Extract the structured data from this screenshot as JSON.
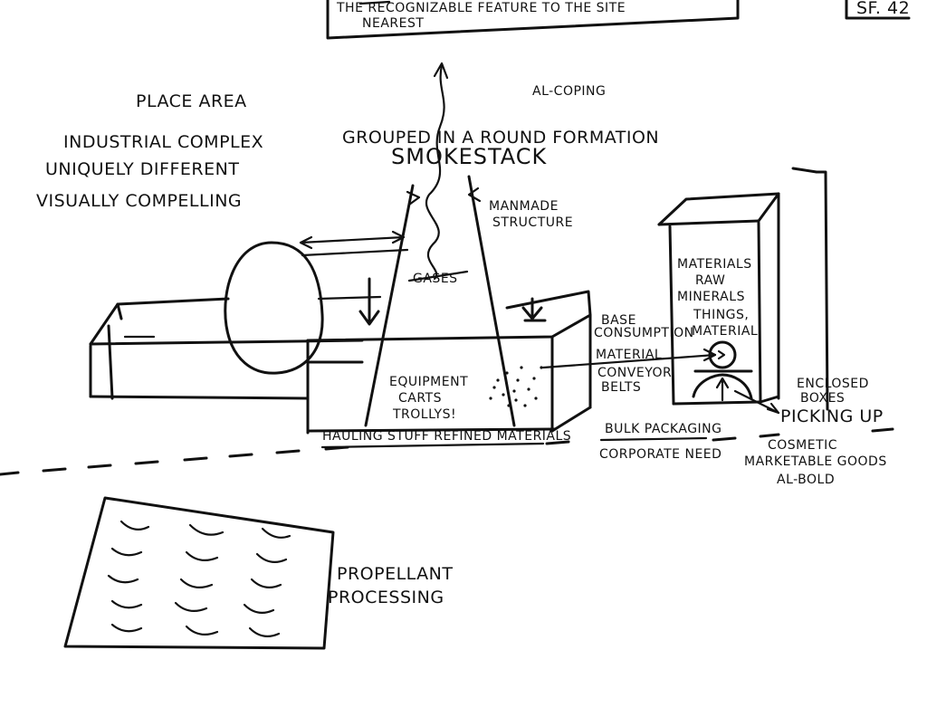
{
  "header": {
    "note_text": "THE RECOGNIZABLE FEATURE TO THE SITE",
    "note_insert": "NEAREST",
    "sheet_number": "SF. 42"
  },
  "labels": {
    "place_area": "PLACE AREA",
    "industrial_complex": "INDUSTRIAL COMPLEX",
    "uniquely_different": "UNIQUELY DIFFERENT",
    "visually_compelling": "VISUALLY COMPELLING",
    "al_coping": "AL-COPING",
    "grouped_round": "GROUPED IN A ROUND FORMATION",
    "smokestack": "SMOKESTACK",
    "manmade_1": "MANMADE",
    "manmade_2": "STRUCTURE",
    "gases": "GASES",
    "materials_1": "MATERIALS",
    "materials_2": "RAW",
    "materials_3": "MINERALS",
    "materials_4": "THINGS,",
    "materials_5": "MATERIAL",
    "base_1": "BASE",
    "base_2": "CONSUMPTION",
    "material": "MATERIAL",
    "conveyor_1": "CONVEYOR",
    "conveyor_2": "BELTS",
    "equipment_1": "EQUIPMENT",
    "equipment_2": "CARTS",
    "equipment_3": "TROLLYS!",
    "hauling": "HAULING STUFF REFINED MATERIALS",
    "enclosed_1": "ENCLOSED",
    "enclosed_2": "BOXES",
    "picking_up": "PICKING UP",
    "bulk_packaging": "BULK PACKAGING",
    "corporate_need": "CORPORATE NEED",
    "cosmetic_1": "COSMETIC",
    "cosmetic_2": "MARKETABLE GOODS",
    "cosmetic_3": "AL-BOLD",
    "propellant_1": "PROPELLANT",
    "propellant_2": "PROCESSING"
  }
}
